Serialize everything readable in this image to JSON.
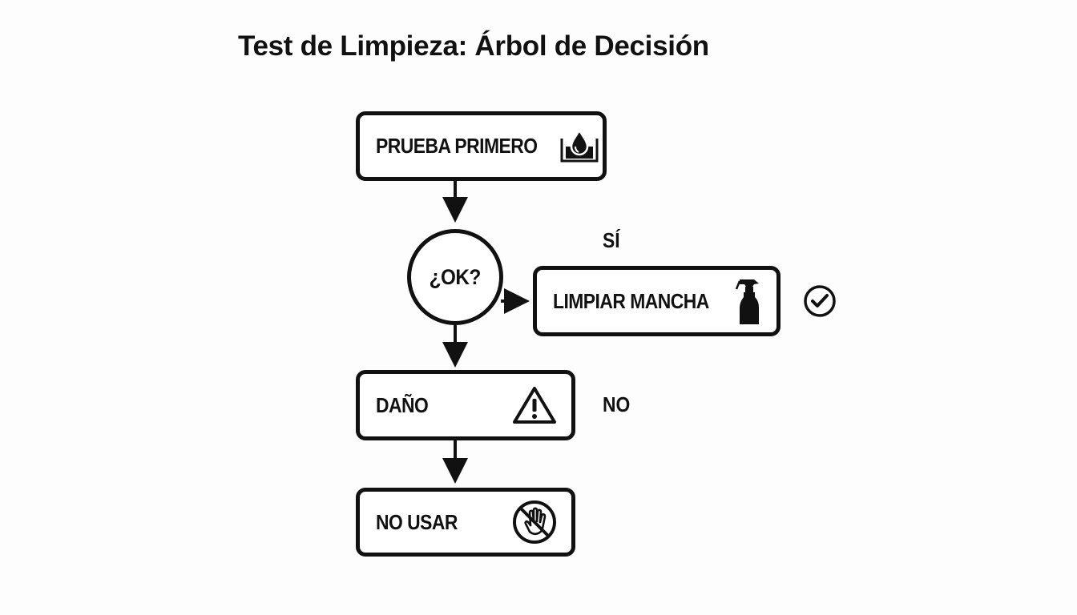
{
  "title": "Test de Limpieza: Árbol de Decisión",
  "nodes": {
    "prueba": {
      "label": "PRUEBA PRIMERO",
      "icon": "water-drop-in-container-icon"
    },
    "decision": {
      "label": "¿OK?"
    },
    "limpiar": {
      "label": "LIMPIAR MANCHA",
      "icon": "spray-bottle-icon"
    },
    "dano": {
      "label": "DAÑO",
      "icon": "warning-triangle-icon"
    },
    "nousar": {
      "label": "NO USAR",
      "icon": "no-hand-icon"
    }
  },
  "branches": {
    "yes": {
      "label": "SÍ",
      "icon": "check-circle-icon"
    },
    "no": {
      "label": "NO"
    }
  },
  "colors": {
    "stroke": "#111111",
    "background": "#fdfdfd"
  }
}
